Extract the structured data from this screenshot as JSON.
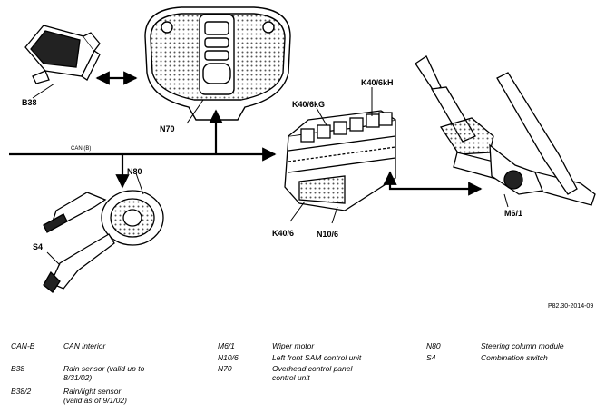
{
  "labels": {
    "b38": "B38",
    "n70": "N70",
    "n80": "N80",
    "s4": "S4",
    "k40_6kg": "K40/6kG",
    "k40_6kh": "K40/6kH",
    "k40_6": "K40/6",
    "n10_6": "N10/6",
    "m6_1": "M6/1",
    "can_b_line": "CAN (B)"
  },
  "reference": "P82.30-2014-09",
  "legend": [
    {
      "code": "CAN-B",
      "desc": [
        "CAN interior"
      ]
    },
    {
      "code": "B38",
      "desc": [
        "Rain sensor (valid up to",
        "8/31/02)"
      ]
    },
    {
      "code": "B38/2",
      "desc": [
        "Rain/light sensor",
        "(valid as of 9/1/02)"
      ]
    },
    {
      "code": "M6/1",
      "desc": [
        "Wiper motor"
      ]
    },
    {
      "code": "N10/6",
      "desc": [
        "Left front SAM control unit"
      ]
    },
    {
      "code": "N70",
      "desc": [
        "Overhead control panel",
        "control unit"
      ]
    },
    {
      "code": "N80",
      "desc": [
        "Steering column module"
      ]
    },
    {
      "code": "S4",
      "desc": [
        "Combination switch"
      ]
    }
  ]
}
